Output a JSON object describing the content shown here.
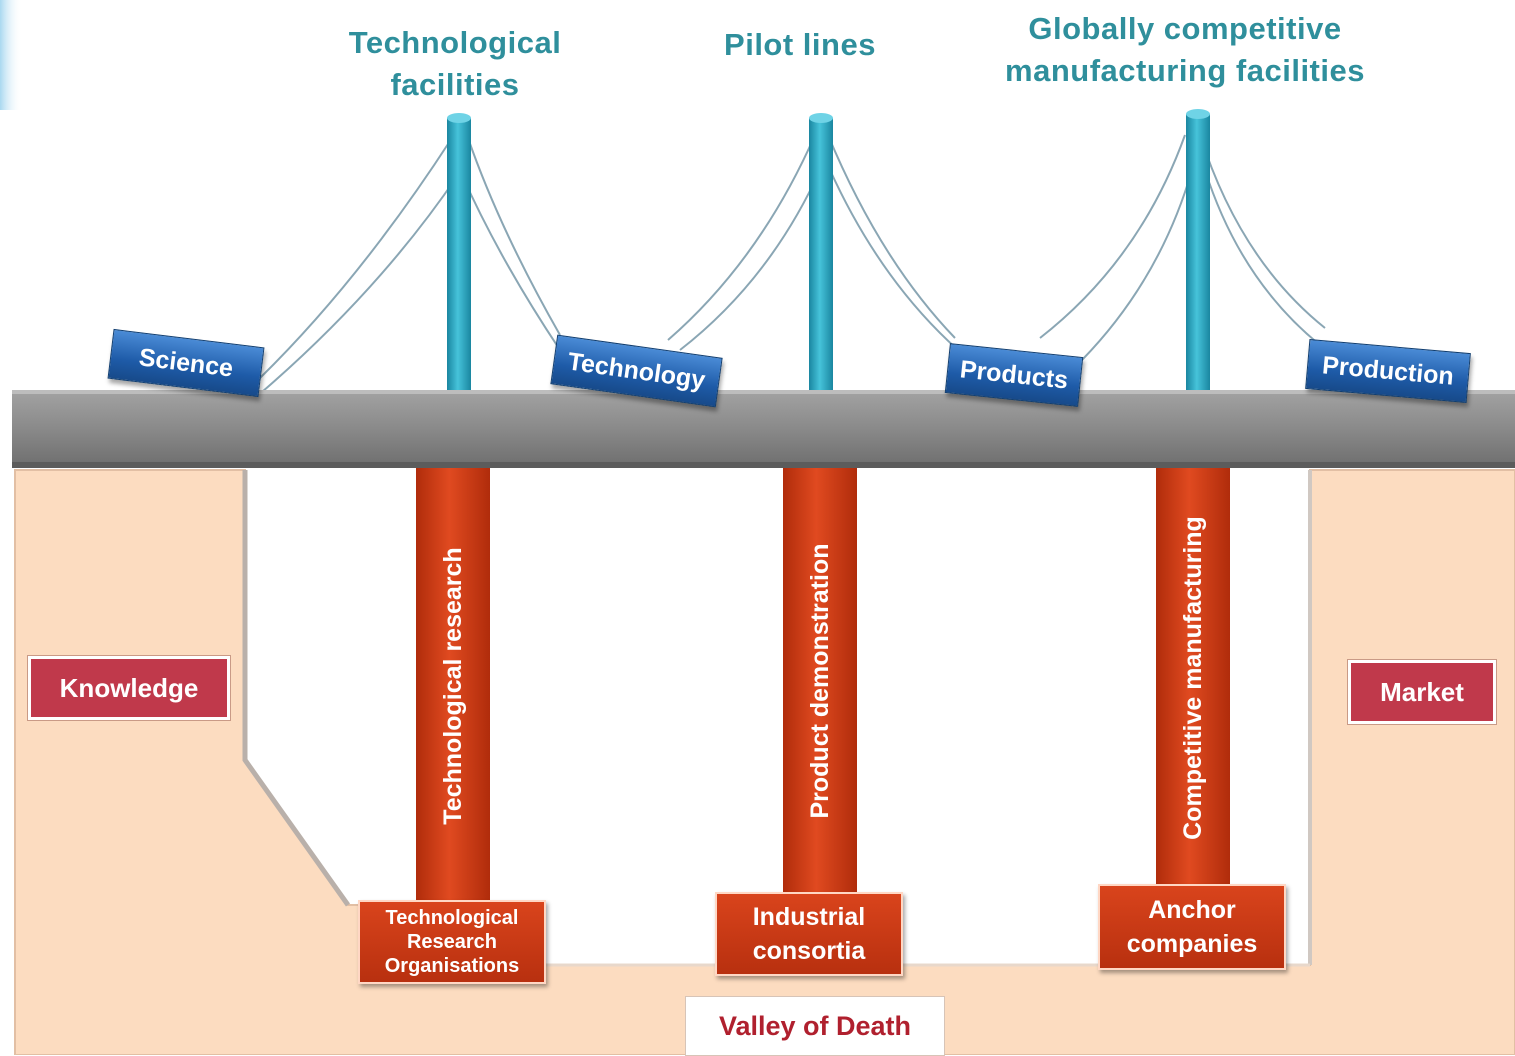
{
  "towers": [
    {
      "label": "Technological\nfacilities"
    },
    {
      "label": "Pilot lines"
    },
    {
      "label": "Globally competitive\nmanufacturing facilities"
    }
  ],
  "deck_signs": [
    "Science",
    "Technology",
    "Products",
    "Production"
  ],
  "pillars": [
    {
      "label": "Technological research",
      "base": "Technological\nResearch\nOrganisations"
    },
    {
      "label": "Product demonstration",
      "base": "Industrial\nconsortia"
    },
    {
      "label": "Competitive manufacturing",
      "base": "Anchor\ncompanies"
    }
  ],
  "sides": {
    "left": "Knowledge",
    "right": "Market"
  },
  "valley": "Valley of Death",
  "colors": {
    "tower": "#2eaac2",
    "deck_sign": "#1e5ba8",
    "pillar": "#c9360f",
    "ground": "#fcdcc0",
    "road": "#8a8a8a",
    "tower_text": "#2f8f9c",
    "side_sign": "#c0394b",
    "valley_text": "#b0202e"
  }
}
